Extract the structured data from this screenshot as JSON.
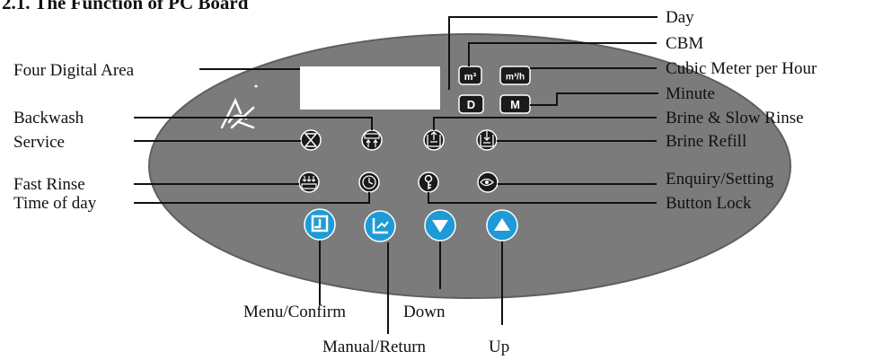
{
  "title": "2.1. The Function of PC Board",
  "colors": {
    "panel": "#7b7b7b",
    "panel_edge": "#5f5f5f",
    "display": "#ffffff",
    "key_fill": "#1a1a1a",
    "button_blue": "#1e9bd6",
    "line": "#111111"
  },
  "labels": {
    "four_digital_area": "Four Digital Area",
    "day": "Day",
    "cbm": "CBM",
    "cubic_meter_per_hour": "Cubic Meter per Hour",
    "minute": "Minute",
    "backwash": "Backwash",
    "service": "Service",
    "brine_slow_rinse": "Brine & Slow Rinse",
    "brine_refill": "Brine Refill",
    "fast_rinse": "Fast Rinse",
    "time_of_day": "Time of day",
    "enquiry_setting": "Enquiry/Setting",
    "button_lock": "Button Lock",
    "menu_confirm": "Menu/Confirm",
    "manual_return": "Manual/Return",
    "down": "Down",
    "up": "Up"
  },
  "unit_keys": {
    "cbm": "m³",
    "cubic_meter_per_hour": "m³/h",
    "day": "D",
    "minute": "M"
  },
  "icons": {
    "service": "hourglass-icon",
    "backwash": "backwash-icon",
    "brine_slow_rinse": "brine-slow-rinse-icon",
    "brine_refill": "brine-refill-icon",
    "fast_rinse": "fast-rinse-icon",
    "time_of_day": "clock-icon",
    "button_lock": "key-icon",
    "enquiry_setting": "enquiry-icon",
    "menu_confirm": "menu-confirm-icon",
    "manual_return": "manual-return-icon",
    "down": "down-arrow-icon",
    "up": "up-arrow-icon"
  }
}
